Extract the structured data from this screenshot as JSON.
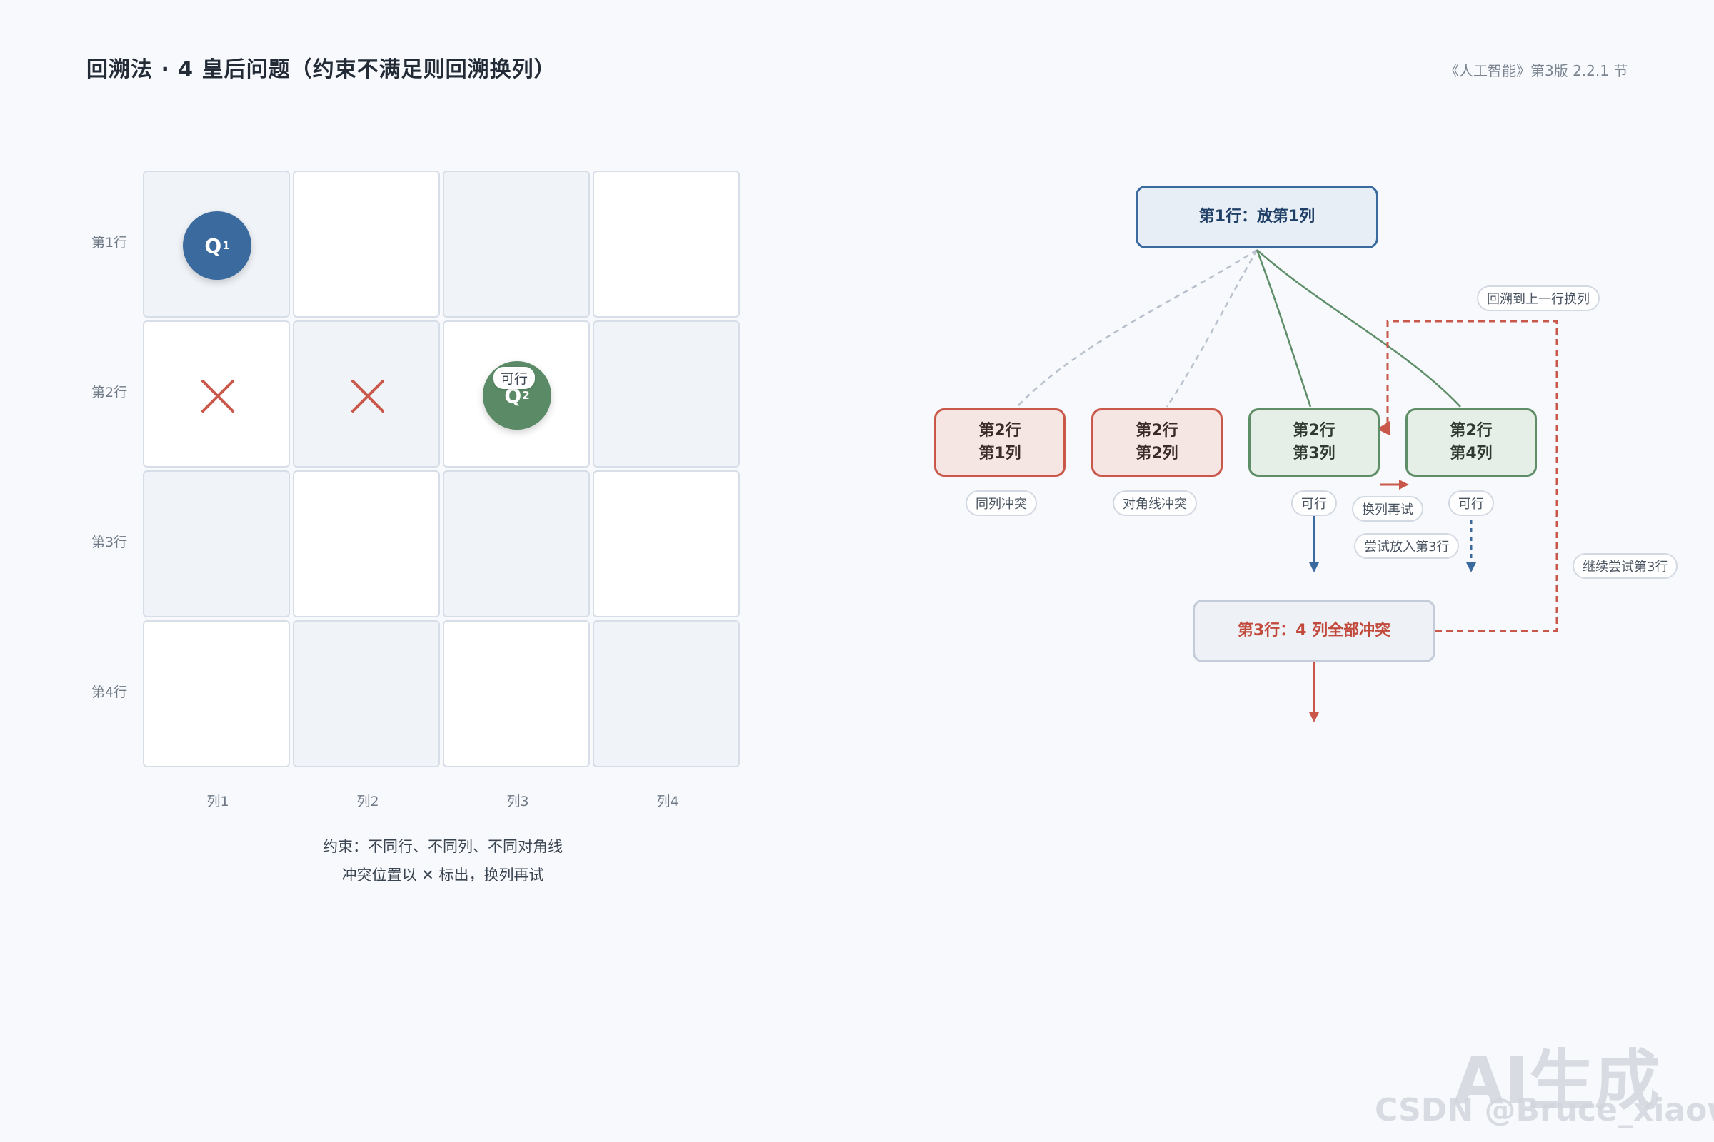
{
  "header": {
    "title": "回溯法 · 4 皇后问题（约束不满足则回溯换列）",
    "source": "《人工智能》第3版 2.2.1 节"
  },
  "board": {
    "row_labels": [
      "第1行",
      "第2行",
      "第3行",
      "第4行"
    ],
    "col_labels": [
      "列1",
      "列2",
      "列3",
      "列4"
    ],
    "queen1": {
      "letter": "Q",
      "index": "1"
    },
    "queen2": {
      "letter": "Q",
      "index": "2",
      "badge": "可行"
    },
    "conflict_mark": "✕",
    "caption_line1": "约束：不同行、不同列、不同对角线",
    "caption_line2": "冲突位置以 ✕ 标出，换列再试"
  },
  "tree": {
    "root": "第1行：放第1列",
    "children": [
      {
        "line1": "第2行",
        "line2": "第1列",
        "tag": "同列冲突"
      },
      {
        "line1": "第2行",
        "line2": "第2列",
        "tag": "对角线冲突"
      },
      {
        "line1": "第2行",
        "line2": "第3列",
        "tag": "可行"
      },
      {
        "line1": "第2行",
        "line2": "第4列",
        "tag": "可行"
      }
    ],
    "switch_tag": "换列再试",
    "try_tag": "尝试放入第3行",
    "backtrack_tag": "回溯到上一行换列",
    "continue_tag": "继续尝试第3行",
    "fail_node": "第3行：4 列全部冲突"
  },
  "colors": {
    "blue": "#3b6a9e",
    "green": "#5e8e68",
    "red": "#c9574a",
    "gray_dash": "#b8c0cc"
  },
  "watermark": {
    "line1": "AI生成",
    "line2": "CSDN @Bruce_xiaowei"
  }
}
